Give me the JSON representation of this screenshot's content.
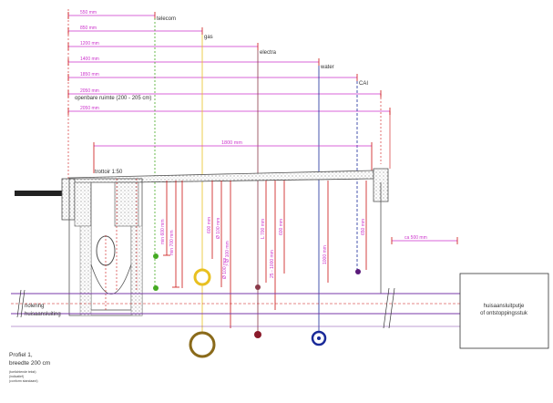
{
  "colors": {
    "dimension": "#cc33cc",
    "measure": "#cc1111",
    "telecom": "#44aa22",
    "gas": "#e8c020",
    "gas_large": "#8a6a1a",
    "electra": "#8a3a4a",
    "water": "#1a2a99",
    "cai": "#5a1a7a",
    "sewer": "#7a3aa8",
    "outline": "#555555"
  },
  "dimensions": [
    {
      "label": "550 mm"
    },
    {
      "label": "850 mm"
    },
    {
      "label": "1200 mm"
    },
    {
      "label": "1400 mm"
    },
    {
      "label": "1850 mm"
    },
    {
      "label": "2050 mm"
    },
    {
      "label": "2050 mm"
    }
  ],
  "utilities": [
    {
      "label": "telecom",
      "icon": "telecom-cable-icon"
    },
    {
      "label": "gas",
      "icon": "gas-pipe-icon"
    },
    {
      "label": "electra",
      "icon": "electra-cable-icon"
    },
    {
      "label": "water",
      "icon": "water-pipe-icon"
    },
    {
      "label": "CAI",
      "icon": "cai-cable-icon"
    }
  ],
  "openbare_ruimte": "openbare ruimte (200 - 205 cm)",
  "width_1800": "1800 mm",
  "trottoir": "trottoir 1:50",
  "vertical_labels": [
    {
      "text": "min 600 mm"
    },
    {
      "text": "min 700 mm"
    },
    {
      "text": "600 mm"
    },
    {
      "text": "Ø 100 mm"
    },
    {
      "text": "> Ø 100 mm"
    },
    {
      "text": "Ø 100 mm"
    },
    {
      "text": "L 700 mm"
    },
    {
      "text": "25 - 1000 mm"
    },
    {
      "text": "600 mm"
    },
    {
      "text": "1000 mm"
    },
    {
      "text": "650 mm"
    }
  ],
  "ca_label": "ca 500 mm",
  "riolering": "riolering",
  "huisaansluiting": "huisaansluiting",
  "box_line1": "huisaansluitputje",
  "box_line2": "of ontstoppingsstuk",
  "profile_title": "Profiel 1,",
  "profile_subtitle": "breedte 200 cm",
  "profile_notes": [
    "(toelichtende tekst)",
    "(indicatief)",
    "(conform standaard)"
  ]
}
